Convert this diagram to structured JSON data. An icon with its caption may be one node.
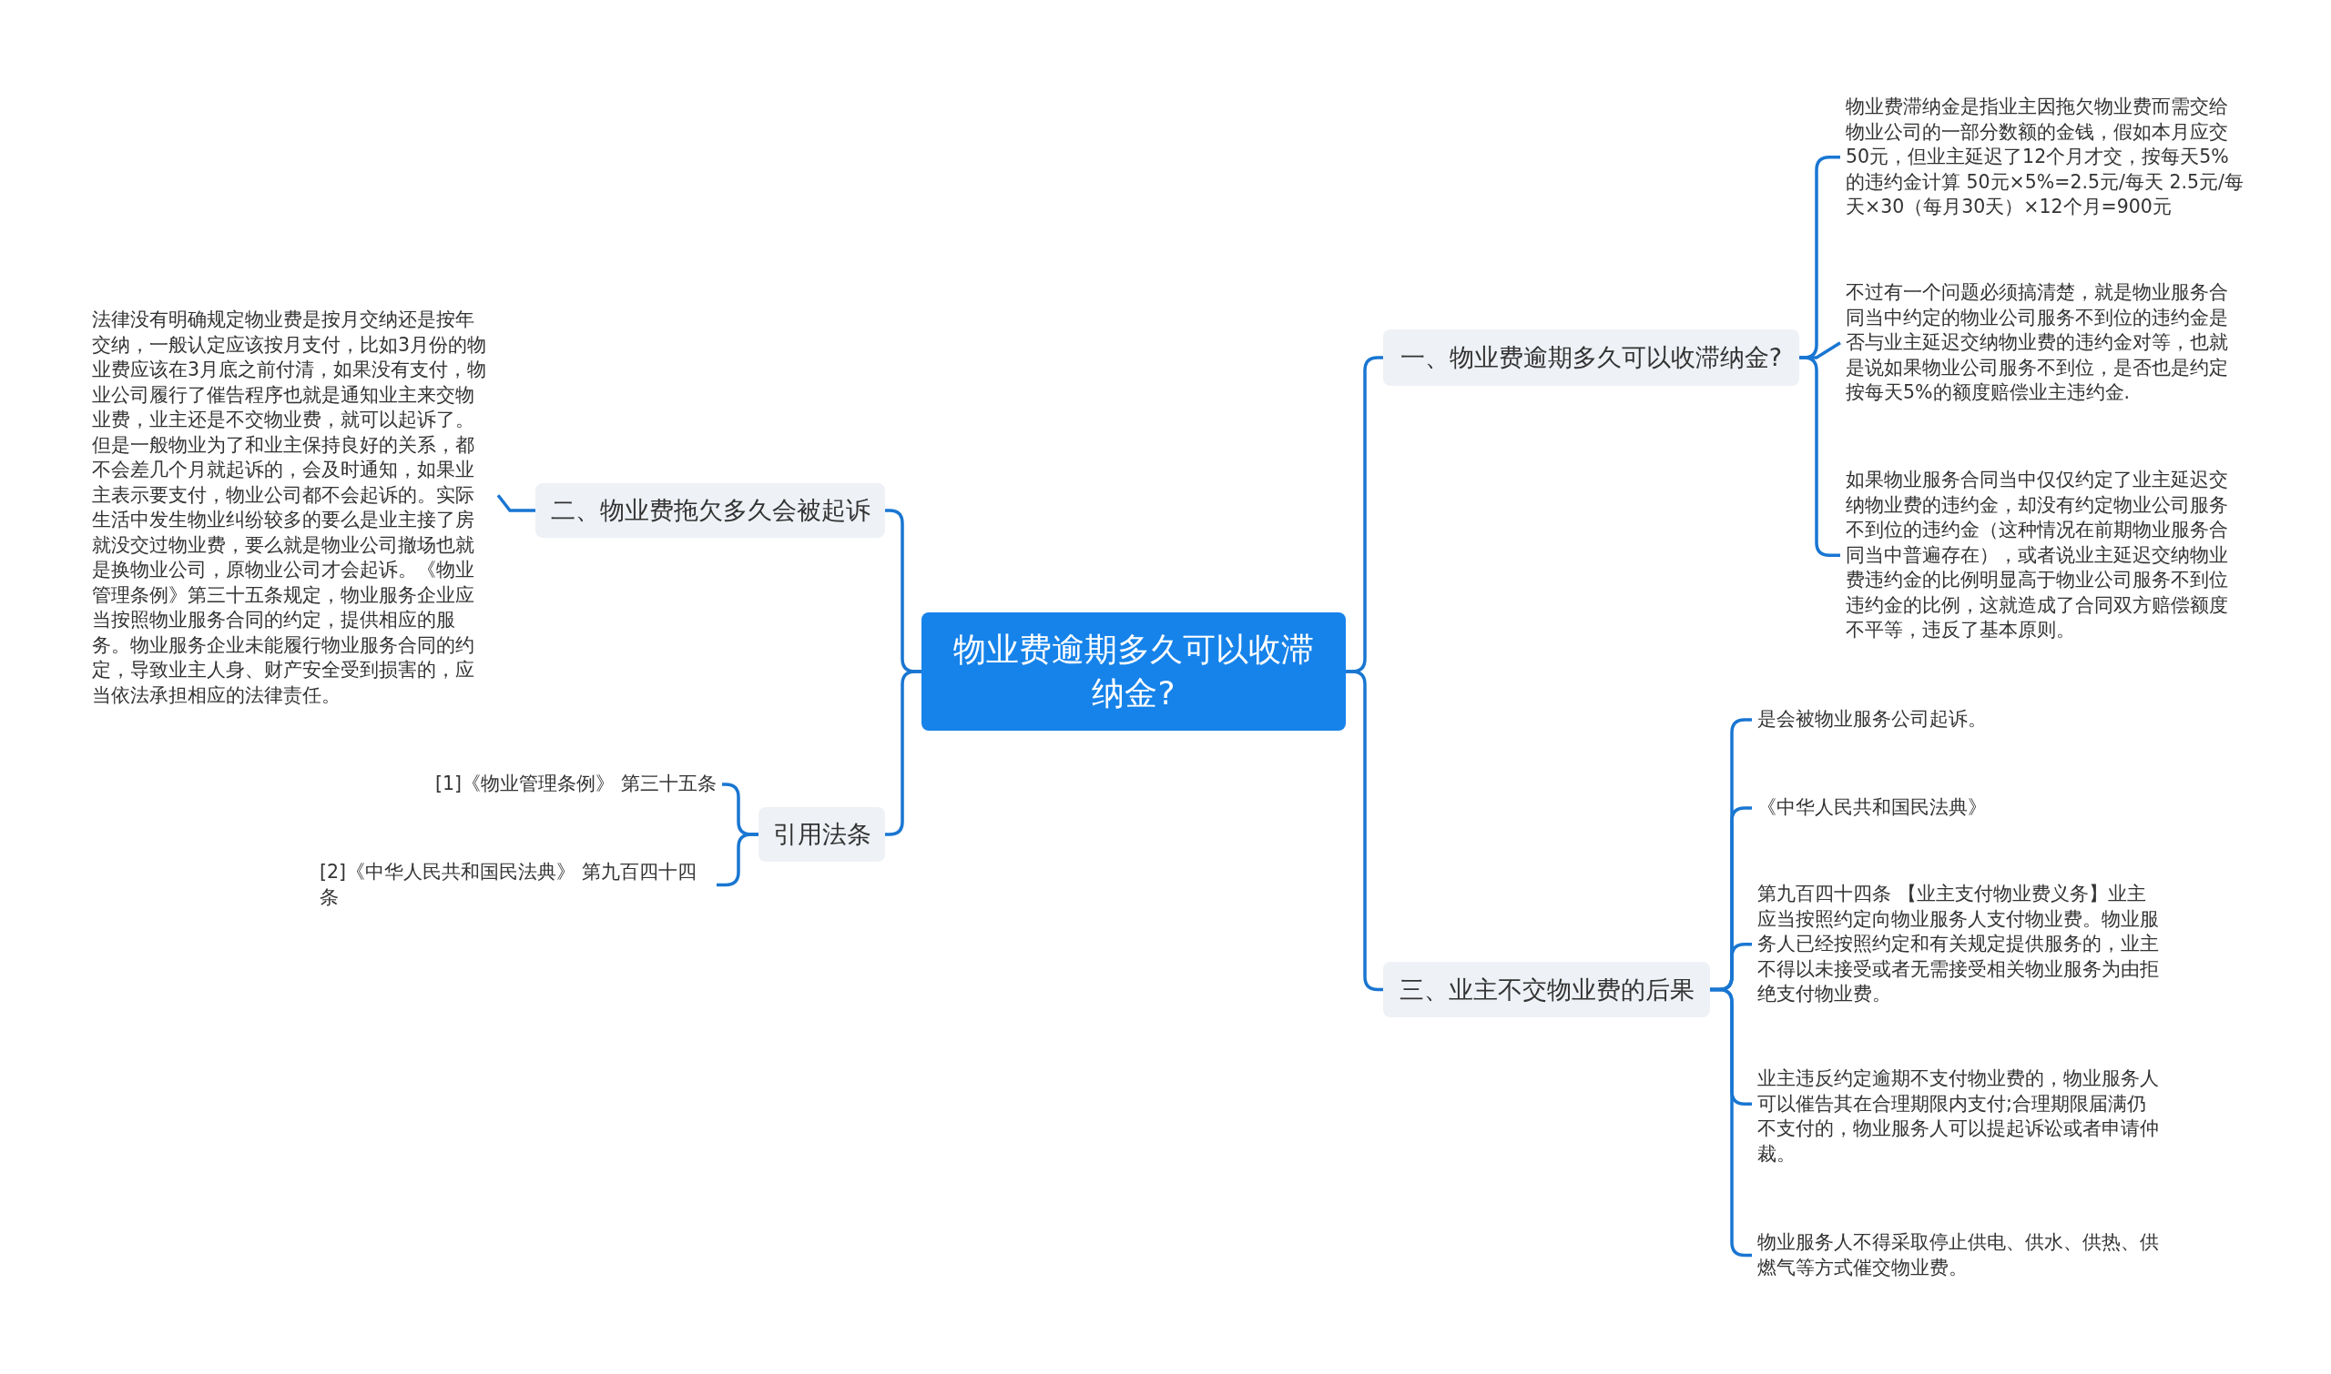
{
  "diagram": {
    "nodes": [
      {
        "text": [
          "物业费逾期多久可以收滞纳金?"
        ]
      },
      {
        "text": [
          "一、物业费逾期多久可以收滞纳金?"
        ]
      },
      {
        "text": [
          "物业费滞纳金是指业主因拖欠物业费而需交给物业公司的一部分数额的金钱，假如本月应交50元，但业主延迟了12个月才交，按每天5%的违约金计算 50元×5%=2.5元/每天 2.5元/每天×30（每月30天）×12个月=900元"
        ]
      },
      {
        "text": [
          "不过有一个问题必须搞清楚，就是物业服务合同当中约定的物业公司服务不到位的违约金是否与业主延迟交纳物业费的违约金对等，也就是说如果物业公司服务不到位，是否也是约定按每天5%的额度赔偿业主违约金."
        ]
      },
      {
        "text": [
          "如果物业服务合同当中仅仅约定了业主延迟交纳物业费的违约金，却没有约定物业公司服务不到位的违约金（这种情况在前期物业服务合同当中普遍存在），或者说业主延迟交纳物业费违约金的比例明显高于物业公司服务不到位违约金的比例，这就造成了合同双方赔偿额度不平等，违反了基本原则。"
        ]
      },
      {
        "text": [
          "二、物业费拖欠多久会被起诉"
        ]
      },
      {
        "text": [
          "法律没有明确规定物业费是按月交纳还是按年交纳，一般认定应该按月支付，比如3月份的物业费应该在3月底之前付清，如果没有支付，物业公司履行了催告程序也就是通知业主来交物业费，业主还是不交物业费，就可以起诉了。但是一般物业为了和业主保持良好的关系，都不会差几个月就起诉的，会及时通知，如果业主表示要支付，物业公司都不会起诉的。实际生活中发生物业纠纷较多的要么是业主接了房就没交过物业费，要么就是物业公司撤场也就是换物业公司，原物业公司才会起诉。《物业管理条例》第三十五条规定，物业服务企业应当按照物业服务合同的约定，提供相应的服务。物业服务企业未能履行物业服务合同的约定，导致业主人身、财产安全受到损害的，应当依法承担相应的法律责任。"
        ]
      },
      {
        "text": [
          "引用法条"
        ]
      },
      {
        "text": [
          "[1]《物业管理条例》 第三十五条"
        ]
      },
      {
        "text": [
          "[2]《中华人民共和国民法典》 第九百四十四条"
        ]
      },
      {
        "text": [
          "三、业主不交物业费的后果"
        ]
      },
      {
        "text": [
          "是会被物业服务公司起诉。"
        ]
      },
      {
        "text": [
          "《中华人民共和国民法典》"
        ]
      },
      {
        "text": [
          "第九百四十四条 【业主支付物业费义务】业主应当按照约定向物业服务人支付物业费。物业服务人已经按照约定和有关规定提供服务的，业主不得以未接受或者无需接受相关物业服务为由拒绝支付物业费。"
        ]
      },
      {
        "text": [
          "业主违反约定逾期不支付物业费的，物业服务人可以催告其在合理期限内支付;合理期限届满仍不支付的，物业服务人可以提起诉讼或者申请仲裁。"
        ]
      },
      {
        "text": [
          "物业服务人不得采取停止供电、供水、供热、供燃气等方式催交物业费。"
        ]
      }
    ],
    "edges": [
      {
        "from": 0,
        "to": 1,
        "arrow": "none"
      },
      {
        "from": 1,
        "to": 2,
        "arrow": "none"
      },
      {
        "from": 1,
        "to": 3,
        "arrow": "none"
      },
      {
        "from": 1,
        "to": 4,
        "arrow": "none"
      },
      {
        "from": 0,
        "to": 5,
        "arrow": "none"
      },
      {
        "from": 5,
        "to": 6,
        "arrow": "none"
      },
      {
        "from": 0,
        "to": 7,
        "arrow": "none"
      },
      {
        "from": 7,
        "to": 8,
        "arrow": "none"
      },
      {
        "from": 7,
        "to": 9,
        "arrow": "none"
      },
      {
        "from": 0,
        "to": 10,
        "arrow": "none"
      },
      {
        "from": 10,
        "to": 11,
        "arrow": "none"
      },
      {
        "from": 10,
        "to": 12,
        "arrow": "none"
      },
      {
        "from": 10,
        "to": 13,
        "arrow": "none"
      },
      {
        "from": 10,
        "to": 14,
        "arrow": "none"
      },
      {
        "from": 10,
        "to": 15,
        "arrow": "none"
      }
    ]
  }
}
